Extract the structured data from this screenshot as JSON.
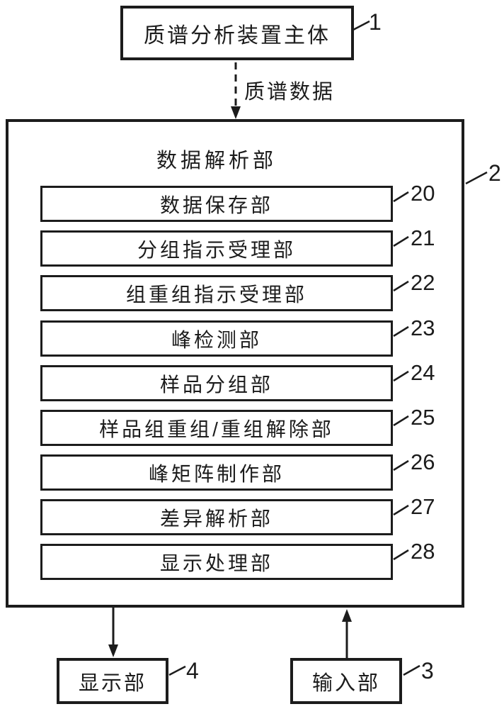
{
  "diagram": {
    "top_box": {
      "label": "质谱分析装置主体",
      "ref": "1"
    },
    "data_flow_label": "质谱数据",
    "analysis_unit": {
      "title": "数据解析部",
      "ref": "2",
      "modules": [
        {
          "label": "数据保存部",
          "ref": "20"
        },
        {
          "label": "分组指示受理部",
          "ref": "21"
        },
        {
          "label": "组重组指示受理部",
          "ref": "22"
        },
        {
          "label": "峰检测部",
          "ref": "23"
        },
        {
          "label": "样品分组部",
          "ref": "24"
        },
        {
          "label": "样品组重组/重组解除部",
          "ref": "25"
        },
        {
          "label": "峰矩阵制作部",
          "ref": "26"
        },
        {
          "label": "差异解析部",
          "ref": "27"
        },
        {
          "label": "显示处理部",
          "ref": "28"
        }
      ]
    },
    "display_box": {
      "label": "显示部",
      "ref": "4"
    },
    "input_box": {
      "label": "输入部",
      "ref": "3"
    },
    "colors": {
      "ink": "#1c1c1c",
      "background": "#ffffff"
    }
  }
}
